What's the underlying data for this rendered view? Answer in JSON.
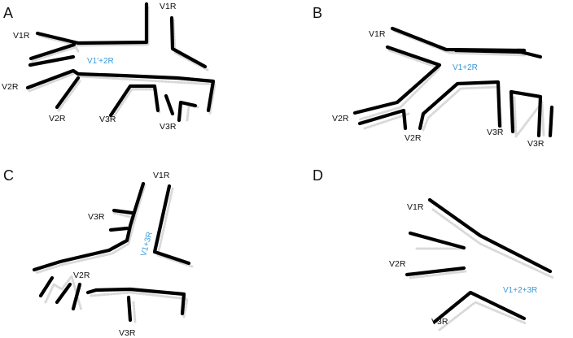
{
  "colors": {
    "line": "#000000",
    "shadow": "#d9d9d9",
    "blue_label": "#3a9ad9"
  },
  "panels": {
    "A": {
      "letter": "A",
      "center_label": "V1'+2R",
      "labels": [
        "V1R",
        "V1R",
        "V2R",
        "V2R",
        "V3R",
        "V3R"
      ]
    },
    "B": {
      "letter": "B",
      "center_label": "V1+2R",
      "labels": [
        "V1R",
        "V2R",
        "V2R",
        "V3R",
        "V3R"
      ]
    },
    "C": {
      "letter": "C",
      "center_label": "V1+3R",
      "labels": [
        "V1R",
        "V3R",
        "V2R",
        "V3R"
      ]
    },
    "D": {
      "letter": "D",
      "center_label": "V1+2+3R",
      "labels": [
        "V1R",
        "V2R",
        "V3R"
      ]
    }
  }
}
